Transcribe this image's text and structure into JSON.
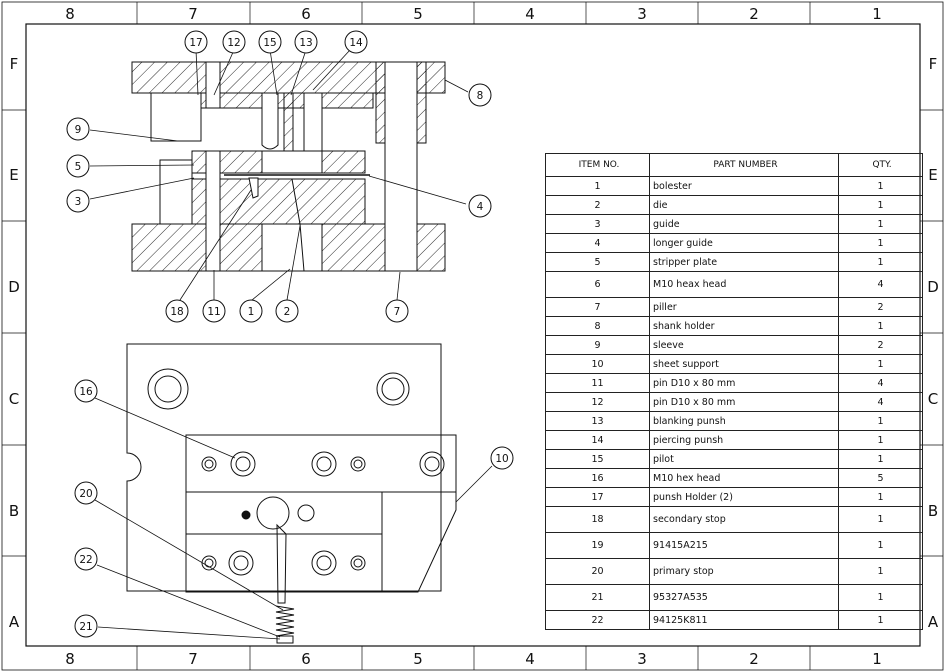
{
  "border": {
    "col_labels": [
      "8",
      "7",
      "6",
      "5",
      "4",
      "3",
      "2",
      "1"
    ],
    "row_labels": [
      "F",
      "E",
      "D",
      "C",
      "B",
      "A"
    ]
  },
  "balloons": [
    "17",
    "12",
    "15",
    "13",
    "14",
    "8",
    "9",
    "5",
    "3",
    "4",
    "18",
    "11",
    "1",
    "2",
    "7",
    "16",
    "10",
    "20",
    "22",
    "21"
  ],
  "bom": {
    "headers": [
      "ITEM NO.",
      "PART NUMBER",
      "QTY."
    ],
    "rows": [
      {
        "item": "1",
        "part": "bolester",
        "qty": "1"
      },
      {
        "item": "2",
        "part": "die",
        "qty": "1"
      },
      {
        "item": "3",
        "part": "guide",
        "qty": "1"
      },
      {
        "item": "4",
        "part": "longer guide",
        "qty": "1"
      },
      {
        "item": "5",
        "part": "stripper plate",
        "qty": "1"
      },
      {
        "item": "6",
        "part": "M10 heax head",
        "qty": "4"
      },
      {
        "item": "7",
        "part": "piller",
        "qty": "2"
      },
      {
        "item": "8",
        "part": "shank holder",
        "qty": "1"
      },
      {
        "item": "9",
        "part": "sleeve",
        "qty": "2"
      },
      {
        "item": "10",
        "part": "sheet support",
        "qty": "1"
      },
      {
        "item": "11",
        "part": "pin D10 x 80 mm",
        "qty": "4"
      },
      {
        "item": "12",
        "part": "pin D10 x 80 mm",
        "qty": "4"
      },
      {
        "item": "13",
        "part": "blanking punsh",
        "qty": "1"
      },
      {
        "item": "14",
        "part": "piercing punsh",
        "qty": "1"
      },
      {
        "item": "15",
        "part": "pilot",
        "qty": "1"
      },
      {
        "item": "16",
        "part": "M10 hex head",
        "qty": "5"
      },
      {
        "item": "17",
        "part": "punsh Holder (2)",
        "qty": "1"
      },
      {
        "item": "18",
        "part": "secondary stop",
        "qty": "1"
      },
      {
        "item": "19",
        "part": "91415A215",
        "qty": "1"
      },
      {
        "item": "20",
        "part": "primary stop",
        "qty": "1"
      },
      {
        "item": "21",
        "part": "95327A535",
        "qty": "1"
      },
      {
        "item": "22",
        "part": "94125K811",
        "qty": "1"
      }
    ]
  }
}
